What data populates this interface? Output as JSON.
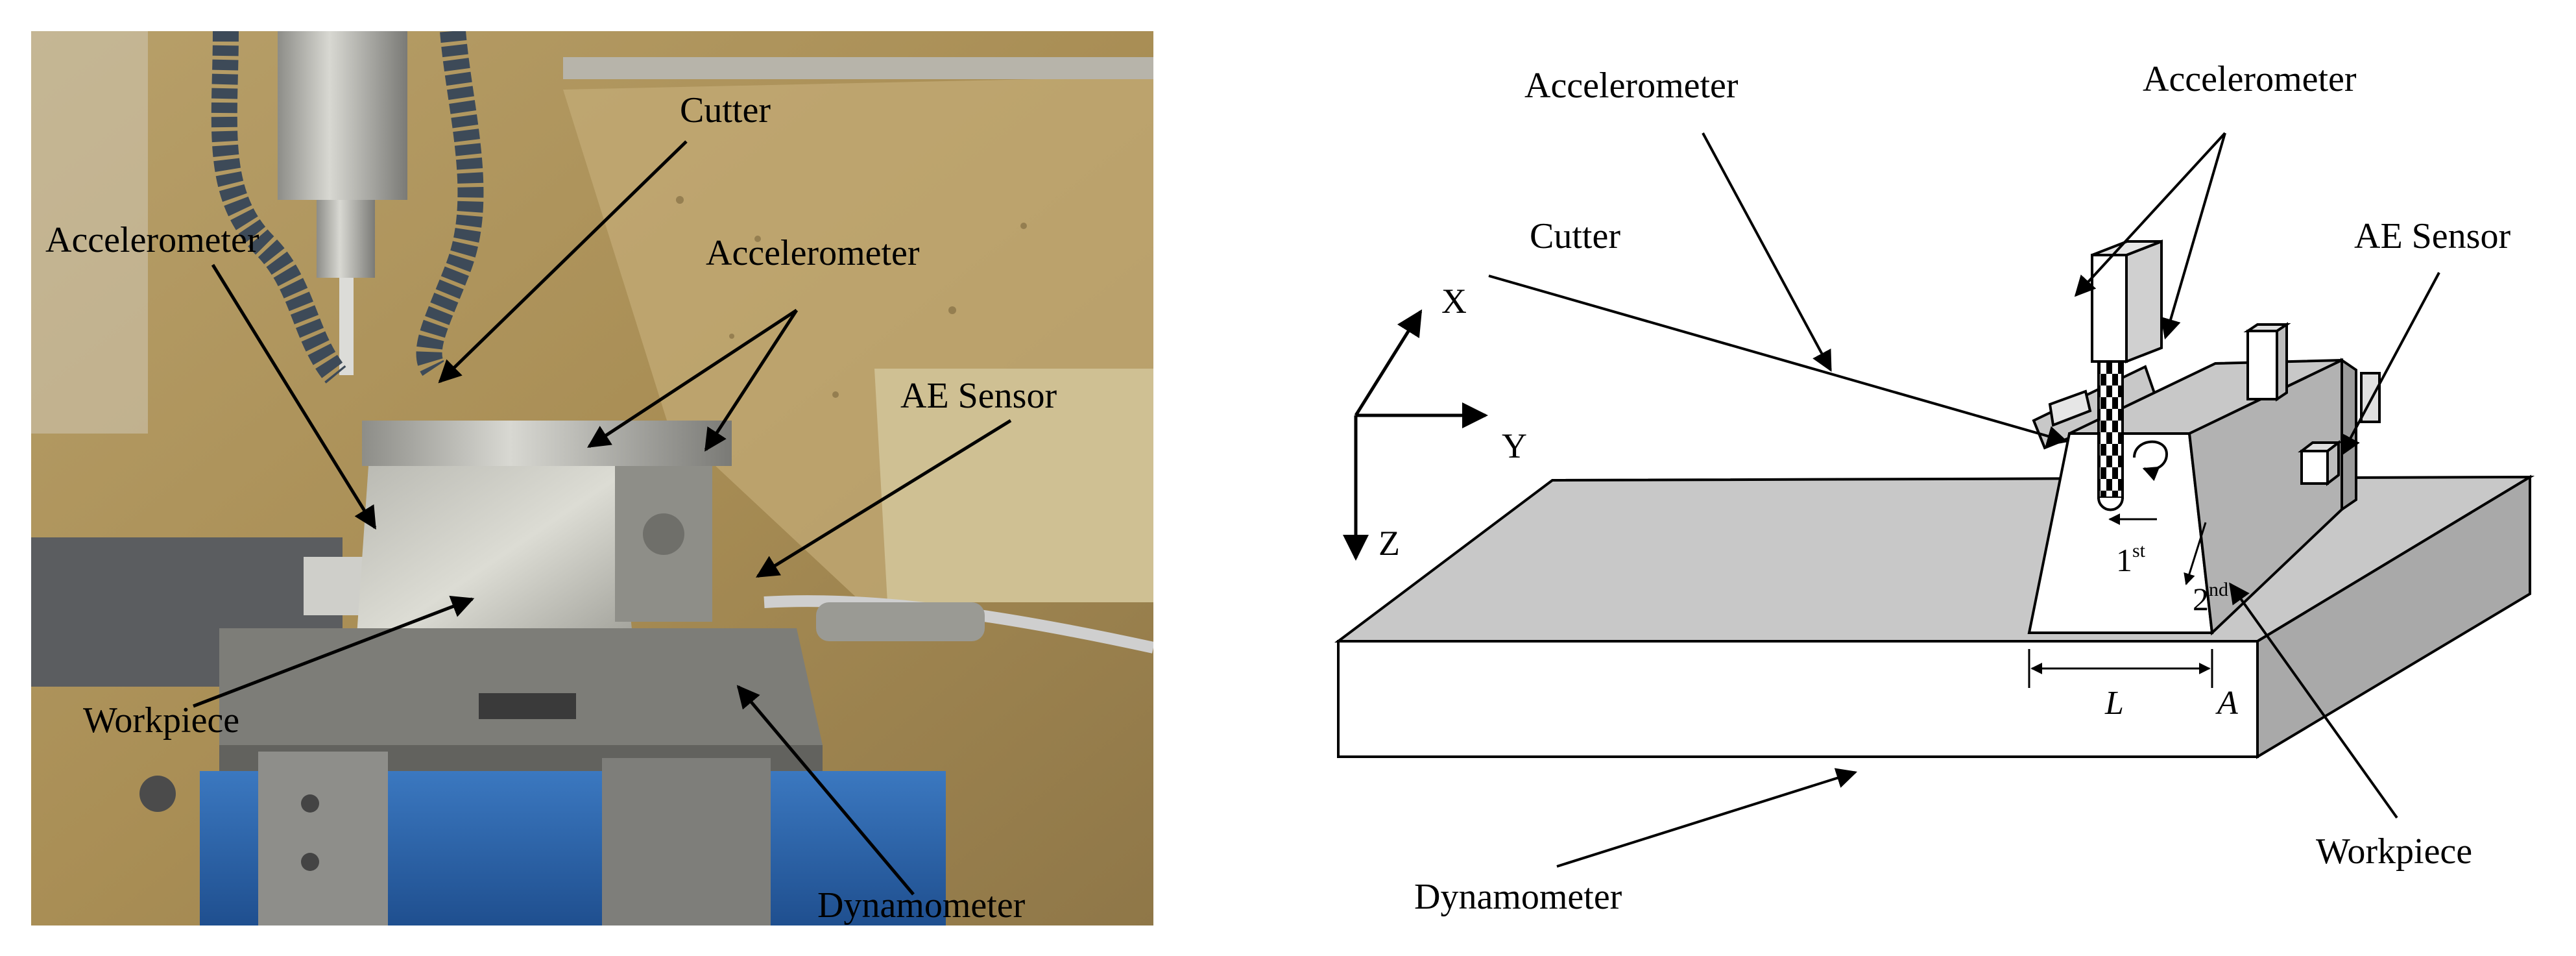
{
  "photo": {
    "labels": {
      "cutter": "Cutter",
      "accelerometer_left": "Accelerometer",
      "accelerometer_right": "Accelerometer",
      "ae_sensor": "AE Sensor",
      "workpiece": "Workpiece",
      "dynamometer": "Dynamometer"
    }
  },
  "schematic": {
    "labels": {
      "accelerometer_left": "Accelerometer",
      "accelerometer_right": "Accelerometer",
      "cutter": "Cutter",
      "ae_sensor": "AE Sensor",
      "workpiece": "Workpiece",
      "dynamometer": "Dynamometer",
      "axis_x": "X",
      "axis_y": "Y",
      "axis_z": "Z",
      "pass_1_base": "1",
      "pass_1_sup": "st",
      "pass_2_base": "2",
      "pass_2_sup": "nd",
      "dim_l": "L",
      "dim_a": "A"
    }
  },
  "colors": {
    "face_gray": "#c8c8c8",
    "side_gray": "#a9a9a9",
    "line": "#000000"
  }
}
